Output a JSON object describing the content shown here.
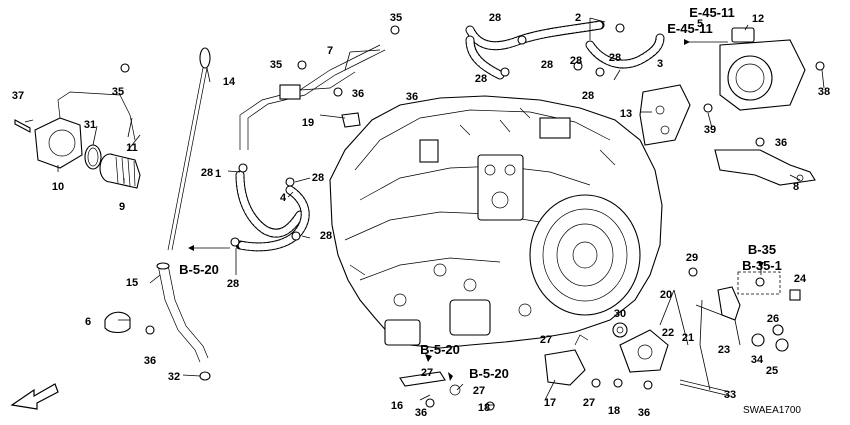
{
  "diagram_code": "SWAEA1700",
  "references": [
    "E-45-11",
    "E-45-11",
    "B-35",
    "B-35-1",
    "B-5-20",
    "B-5-20",
    "B-5-20"
  ],
  "callouts": [
    "1",
    "2",
    "3",
    "4",
    "5",
    "6",
    "7",
    "8",
    "9",
    "10",
    "11",
    "12",
    "13",
    "14",
    "15",
    "16",
    "17",
    "18",
    "18",
    "19",
    "20",
    "21",
    "22",
    "23",
    "24",
    "25",
    "26",
    "27",
    "27",
    "27",
    "27",
    "28",
    "28",
    "28",
    "28",
    "28",
    "28",
    "28",
    "28",
    "28",
    "28",
    "29",
    "30",
    "31",
    "32",
    "33",
    "34",
    "35",
    "35",
    "35",
    "36",
    "36",
    "36",
    "36",
    "36",
    "36",
    "37",
    "38",
    "39"
  ]
}
